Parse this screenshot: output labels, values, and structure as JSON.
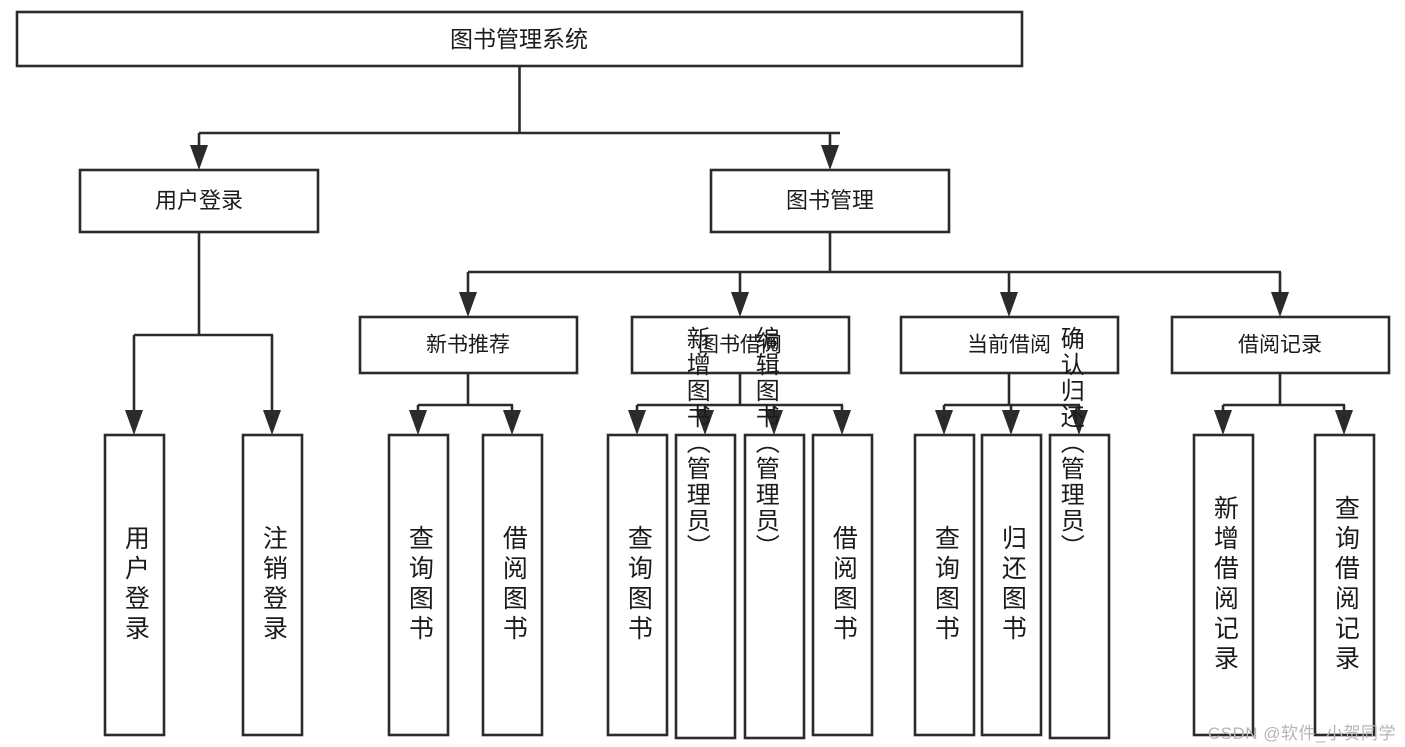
{
  "diagram": {
    "type": "tree",
    "title": "图书管理系统",
    "root": {
      "id": "root",
      "label": "图书管理系统"
    },
    "level1": [
      {
        "id": "user-login",
        "label": "用户登录"
      },
      {
        "id": "book-manage",
        "label": "图书管理"
      }
    ],
    "level2": [
      {
        "id": "new-book-rec",
        "label": "新书推荐",
        "parent": "book-manage"
      },
      {
        "id": "book-borrow",
        "label": "图书借阅",
        "parent": "book-manage"
      },
      {
        "id": "current-borrow",
        "label": "当前借阅",
        "parent": "book-manage"
      },
      {
        "id": "borrow-record",
        "label": "借阅记录",
        "parent": "book-manage"
      }
    ],
    "leaves": [
      {
        "id": "leaf-user-login",
        "label": "用户登录",
        "parent": "user-login"
      },
      {
        "id": "leaf-logout",
        "label": "注销登录",
        "parent": "user-login"
      },
      {
        "id": "leaf-query-book-1",
        "label": "查询图书",
        "parent": "new-book-rec"
      },
      {
        "id": "leaf-borrow-book-1",
        "label": "借阅图书",
        "parent": "new-book-rec"
      },
      {
        "id": "leaf-query-book-2",
        "label": "查询图书",
        "parent": "book-borrow"
      },
      {
        "id": "leaf-add-book",
        "label": "新增图书（管理员）",
        "parent": "book-borrow"
      },
      {
        "id": "leaf-edit-book",
        "label": "编辑图书（管理员）",
        "parent": "book-borrow"
      },
      {
        "id": "leaf-borrow-book-2",
        "label": "借阅图书",
        "parent": "book-borrow"
      },
      {
        "id": "leaf-query-book-3",
        "label": "查询图书",
        "parent": "current-borrow"
      },
      {
        "id": "leaf-return-book",
        "label": "归还图书",
        "parent": "current-borrow"
      },
      {
        "id": "leaf-confirm-return",
        "label": "确认归还（管理员）",
        "parent": "current-borrow"
      },
      {
        "id": "leaf-add-record",
        "label": "新增借阅记录",
        "parent": "borrow-record"
      },
      {
        "id": "leaf-query-record",
        "label": "查询借阅记录",
        "parent": "borrow-record"
      }
    ],
    "colors": {
      "stroke": "#2b2b2b",
      "fill": "#ffffff",
      "text": "#1b1b1b",
      "watermark": "#b5b5b5"
    }
  },
  "watermark": {
    "text": "CSDN @软件_小贺同学"
  }
}
